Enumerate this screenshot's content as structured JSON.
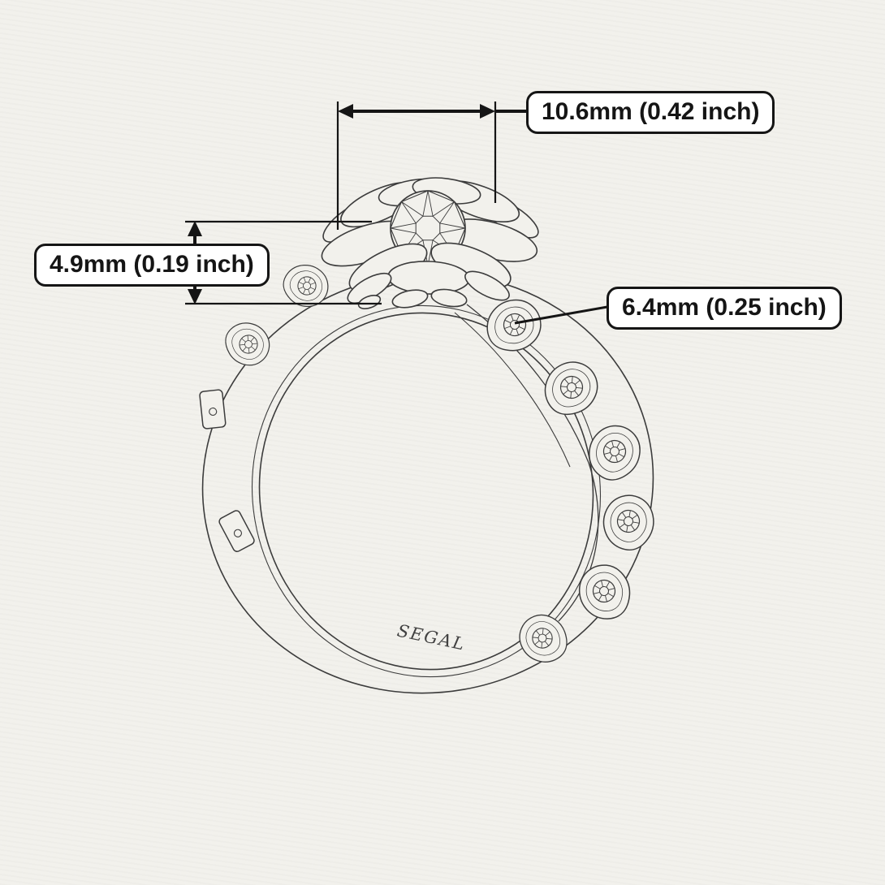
{
  "title": "Ring technical drawing with dimensions",
  "annotations": {
    "width_label": "10.6mm (0.42 inch)",
    "height_label": "4.9mm (0.19 inch)",
    "band_label": "6.4mm (0.25 inch)"
  },
  "engraving": {
    "brand": "SEGAL"
  },
  "style": {
    "paper_color": "#f2f1ec",
    "ink_color": "#151515",
    "sketch_color": "#3c3c3c"
  }
}
